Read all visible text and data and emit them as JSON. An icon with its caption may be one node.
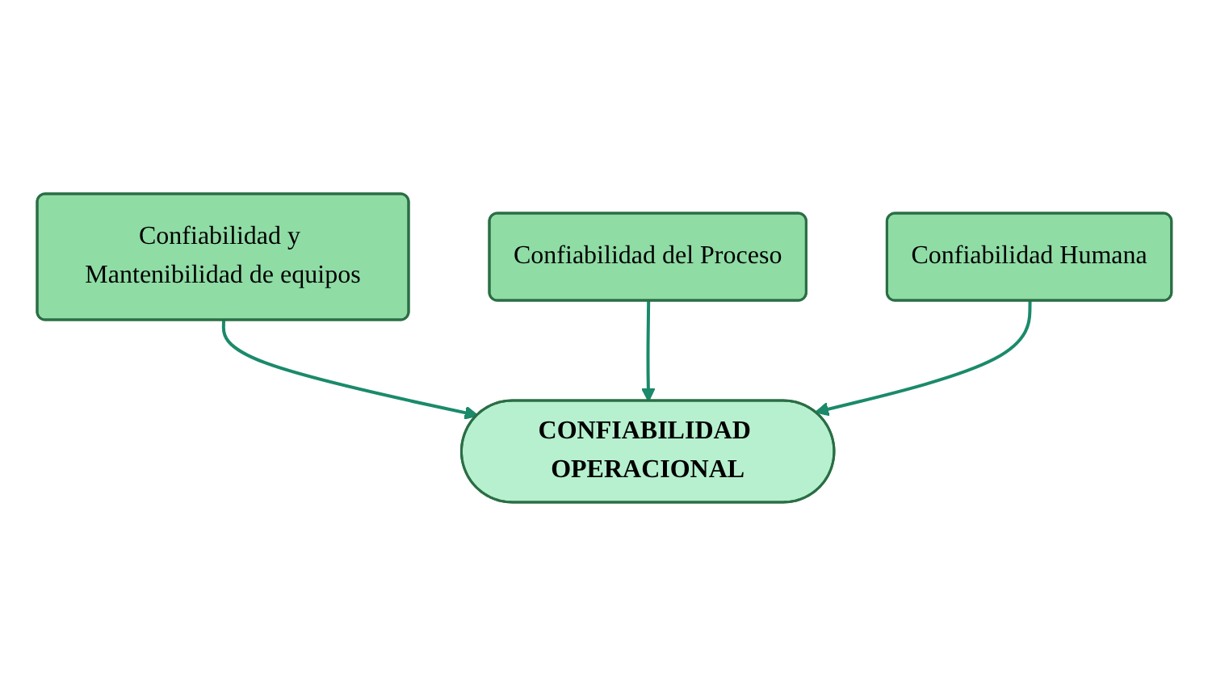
{
  "diagram": {
    "nodes": [
      {
        "text": [
          "Confiabilidad y Mantenibilidad de equipos"
        ]
      },
      {
        "text": [
          "CONFIABILIDAD OPERACIONAL"
        ]
      },
      {
        "text": [
          "Confiabilidad del Proceso"
        ]
      },
      {
        "text": [
          "Confiabilidad Humana"
        ]
      }
    ],
    "edges": [
      {
        "from": 0,
        "to": 1,
        "arrow": "to"
      },
      {
        "from": 2,
        "to": 1,
        "arrow": "to"
      },
      {
        "from": 3,
        "to": 1,
        "arrow": "to"
      }
    ]
  }
}
